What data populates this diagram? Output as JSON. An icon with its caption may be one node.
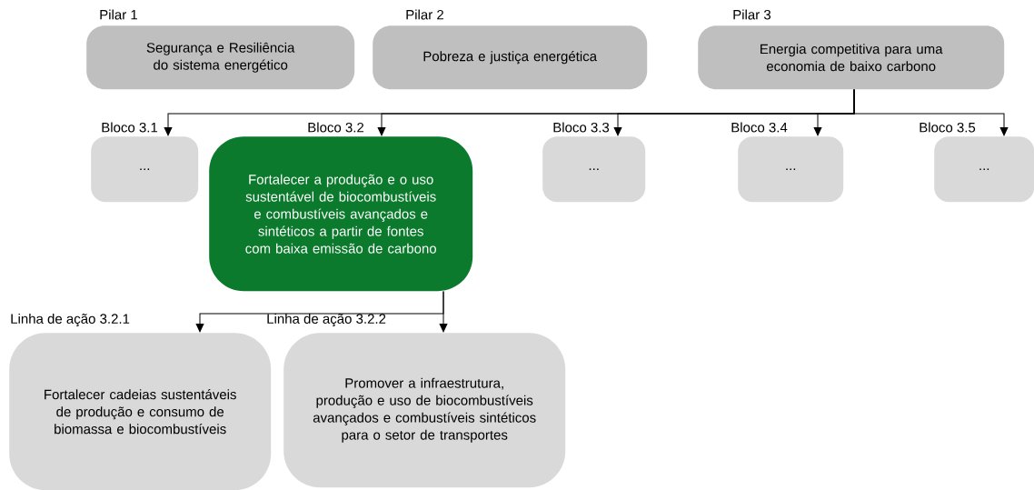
{
  "diagram": {
    "nodes": [
      {
        "text": [
          "Pilar 1",
          "Segurança e Resiliência do sistema energético"
        ]
      },
      {
        "text": [
          "Pilar 2",
          "Pobreza e justiça energética"
        ]
      },
      {
        "text": [
          "Pilar 3",
          "Energia competitiva para uma economia de baixo carbono"
        ]
      },
      {
        "text": [
          "Bloco 3.1",
          "..."
        ]
      },
      {
        "text": [
          "Bloco 3.2",
          "Fortalecer a produção e o uso sustentável de biocombustíveis e combustíveis avançados e sintéticos a partir de fontes com baixa emissão de carbono"
        ]
      },
      {
        "text": [
          "Bloco 3.3",
          "..."
        ]
      },
      {
        "text": [
          "Bloco 3.4",
          "..."
        ]
      },
      {
        "text": [
          "Bloco 3.5",
          "..."
        ]
      },
      {
        "text": [
          "Linha de ação 3.2.1",
          "Fortalecer cadeias sustentáveis de produção e consumo de biomassa e biocombustíveis"
        ]
      },
      {
        "text": [
          "Linha de ação 3.2.2",
          "Promover a infraestrutura, produção e uso de biocombustíveis avançados e combustíveis sintéticos para o setor de transportes"
        ]
      }
    ],
    "edges": [
      {
        "from": 2,
        "to": 3,
        "arrow": "to"
      },
      {
        "from": 2,
        "to": 4,
        "arrow": "to"
      },
      {
        "from": 2,
        "to": 5,
        "arrow": "to"
      },
      {
        "from": 2,
        "to": 6,
        "arrow": "to"
      },
      {
        "from": 2,
        "to": 7,
        "arrow": "to"
      },
      {
        "from": 4,
        "to": 8,
        "arrow": "to"
      },
      {
        "from": 4,
        "to": 9,
        "arrow": "to"
      }
    ]
  }
}
